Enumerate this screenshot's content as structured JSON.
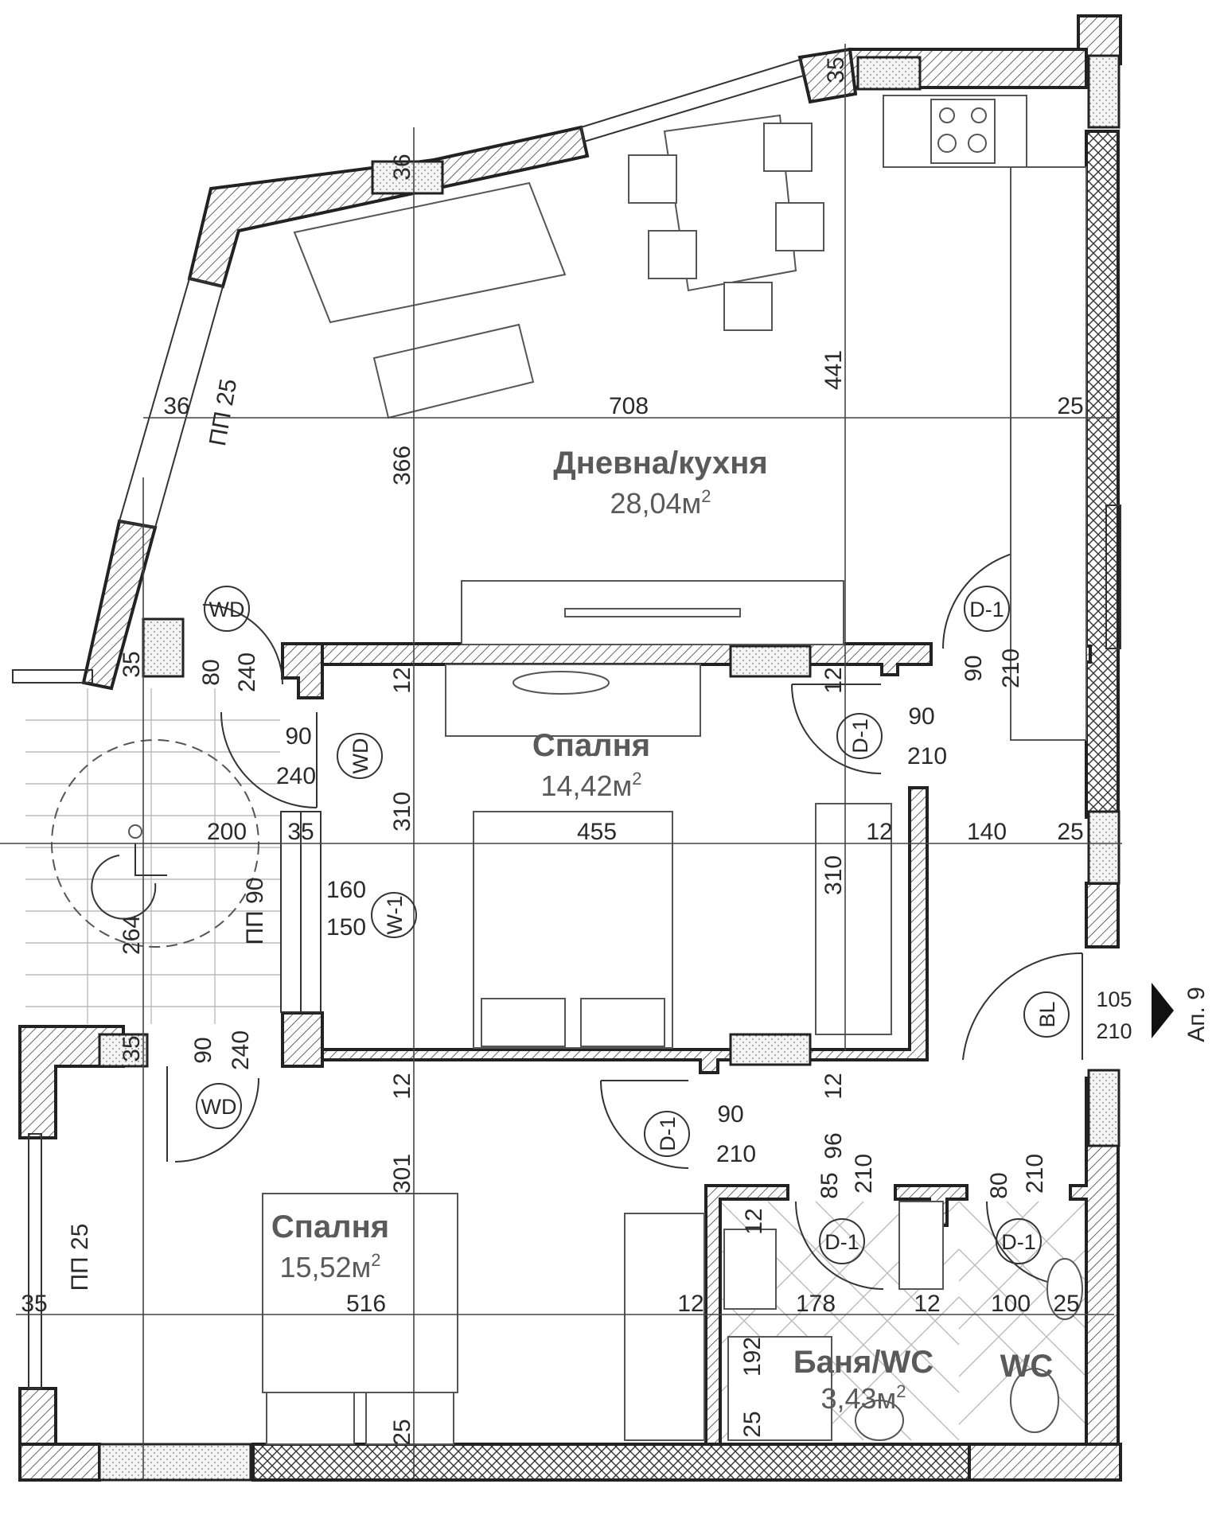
{
  "rooms": {
    "living": {
      "name": "Дневна/кухня",
      "area": "28,04м",
      "sup": "2"
    },
    "bed1": {
      "name": "Спалня",
      "area": "14,42м",
      "sup": "2"
    },
    "bed2": {
      "name": "Спалня",
      "area": "15,52м",
      "sup": "2"
    },
    "bath": {
      "name": "Баня/WC",
      "area": "3,43м",
      "sup": "2"
    },
    "wc": {
      "name": "WC"
    }
  },
  "dims": {
    "d708": "708",
    "d441": "441",
    "d366": "366",
    "d36a": "36",
    "d36b": "36",
    "d35a": "35",
    "d25a": "25",
    "pp25a": "ПП 25",
    "d310a": "310",
    "d310b": "310",
    "d455": "455",
    "d12a": "12",
    "d12b": "12",
    "d12c": "12",
    "d12d": "12",
    "d12e": "12",
    "d12f": "12",
    "d12g": "12",
    "d12h": "12",
    "d140": "140",
    "d25b": "25",
    "d200": "200",
    "d35b": "35",
    "d35c": "35",
    "d35d": "35",
    "d264": "264",
    "pp90": "ПП 90",
    "d160": "160",
    "d150": "150",
    "d80a": "80",
    "d240a": "240",
    "d90a": "90",
    "d240b": "240",
    "d90b": "90",
    "d240c": "240",
    "d301": "301",
    "pp25b": "ПП 25",
    "d35e": "35",
    "d516": "516",
    "d25c": "25",
    "d178": "178",
    "d100": "100",
    "d25d": "25",
    "d192": "192",
    "d25e": "25",
    "d85": "85",
    "d96": "96",
    "d210x": "210",
    "d80b": "80",
    "d210y": "210"
  },
  "tags": {
    "wd1": "WD",
    "wd2": "WD",
    "wd3": "WD",
    "d1a": "D-1",
    "d1b": "D-1",
    "d1c": "D-1",
    "d1d": "D-1",
    "d1e": "D-1",
    "w1": "W-1",
    "bl": "BL"
  },
  "door_values": {
    "d1a_w": "90",
    "d1a_h": "210",
    "d1b_w": "90",
    "d1b_h": "210",
    "d1c_w": "90",
    "d1c_h": "210",
    "bl_w": "105",
    "bl_h": "210"
  },
  "apartment_label": "Ап. 9"
}
